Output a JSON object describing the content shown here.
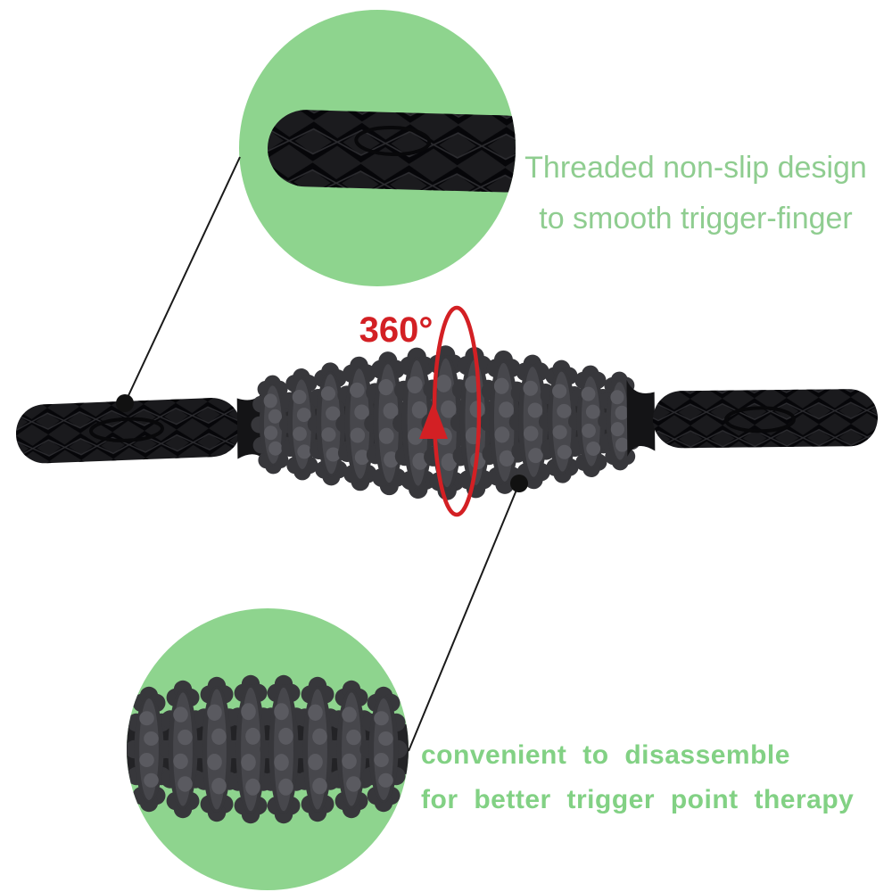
{
  "product": {
    "callout_top": {
      "line1": "Threaded non-slip design",
      "line2": "to smooth trigger-finger"
    },
    "rotation_label": "360°",
    "callout_bottom": {
      "line1": "convenient to disassemble",
      "line2": "for better trigger point therapy"
    }
  },
  "colors": {
    "circle_green": "#8ed48e",
    "caption_green": "#8fcd90",
    "comic_green": "#82d184",
    "accent_red": "#d32024",
    "product_black": "#1a1a1d",
    "roller_gray": "#47474c"
  }
}
